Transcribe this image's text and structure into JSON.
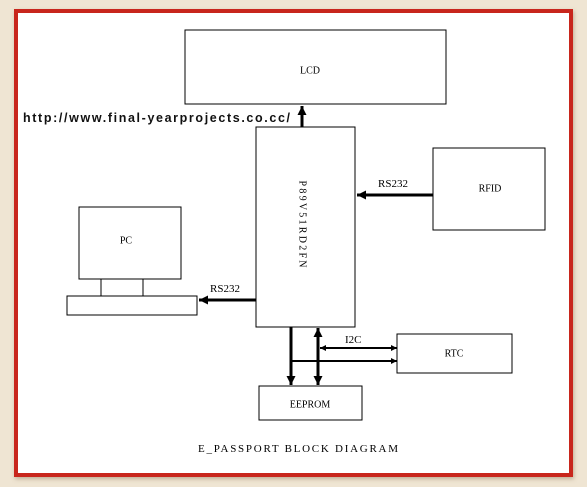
{
  "url": "http://www.final-yearprojects.co.cc/",
  "caption": "E_PASSPORT BLOCK DIAGRAM",
  "blocks": {
    "lcd": "LCD",
    "mcu": "P89V51RD2FN",
    "rfid": "RFID",
    "pc": "PC",
    "rtc": "RTC",
    "eeprom": "EEPROM"
  },
  "links": {
    "rfid_to_mcu": "RS232",
    "mcu_to_pc": "RS232",
    "mcu_to_rtc": "I2C"
  },
  "colors": {
    "frame": "#c8281e",
    "background": "#efe5d3",
    "canvas": "#ffffff",
    "ink": "#000000"
  }
}
